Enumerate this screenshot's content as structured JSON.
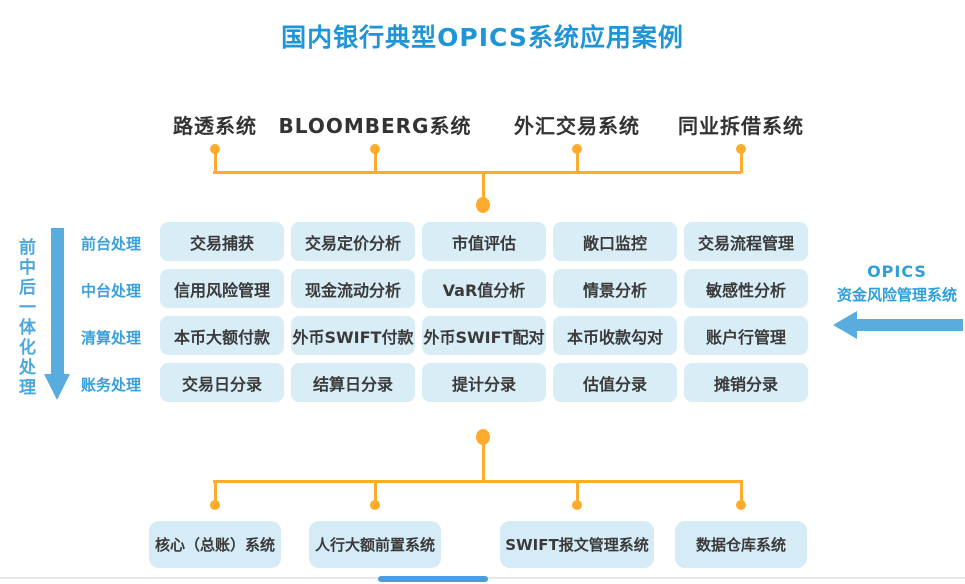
{
  "title": "国内银行典型OPICS系统应用案例",
  "top_systems": [
    "路透系统",
    "BLOOMBERG系统",
    "外汇交易系统",
    "同业拆借系统"
  ],
  "left_banner": {
    "vertical_label": "前中后一体化处理"
  },
  "grid": {
    "rows": [
      {
        "label": "前台处理",
        "cells": [
          "交易捕获",
          "交易定价分析",
          "市值评估",
          "敞口监控",
          "交易流程管理"
        ]
      },
      {
        "label": "中台处理",
        "cells": [
          "信用风险管理",
          "现金流动分析",
          "VaR值分析",
          "情景分析",
          "敏感性分析"
        ]
      },
      {
        "label": "清算处理",
        "cells": [
          "本币大额付款",
          "外币SWIFT付款",
          "外币SWIFT配对",
          "本币收款勾对",
          "账户行管理"
        ]
      },
      {
        "label": "账务处理",
        "cells": [
          "交易日分录",
          "结算日分录",
          "提计分录",
          "估值分录",
          "摊销分录"
        ]
      }
    ]
  },
  "right_callout": {
    "line1": "OPICS",
    "line2": "资金风险管理系统"
  },
  "bottom_systems": [
    "核心（总账）系统",
    "人行大额前置系统",
    "SWIFT报文管理系统",
    "数据仓库系统"
  ],
  "colors": {
    "title_blue": "#2095D5",
    "label_blue": "#39A0DB",
    "arrow_blue": "#58ACDE",
    "connector_orange": "#FFAB2E",
    "box_fill": "#D9EDF7",
    "bottom_box_fill": "#D5EBF6",
    "dark_text": "#3A3A3A",
    "progress_blue": "#4F9BE0"
  }
}
